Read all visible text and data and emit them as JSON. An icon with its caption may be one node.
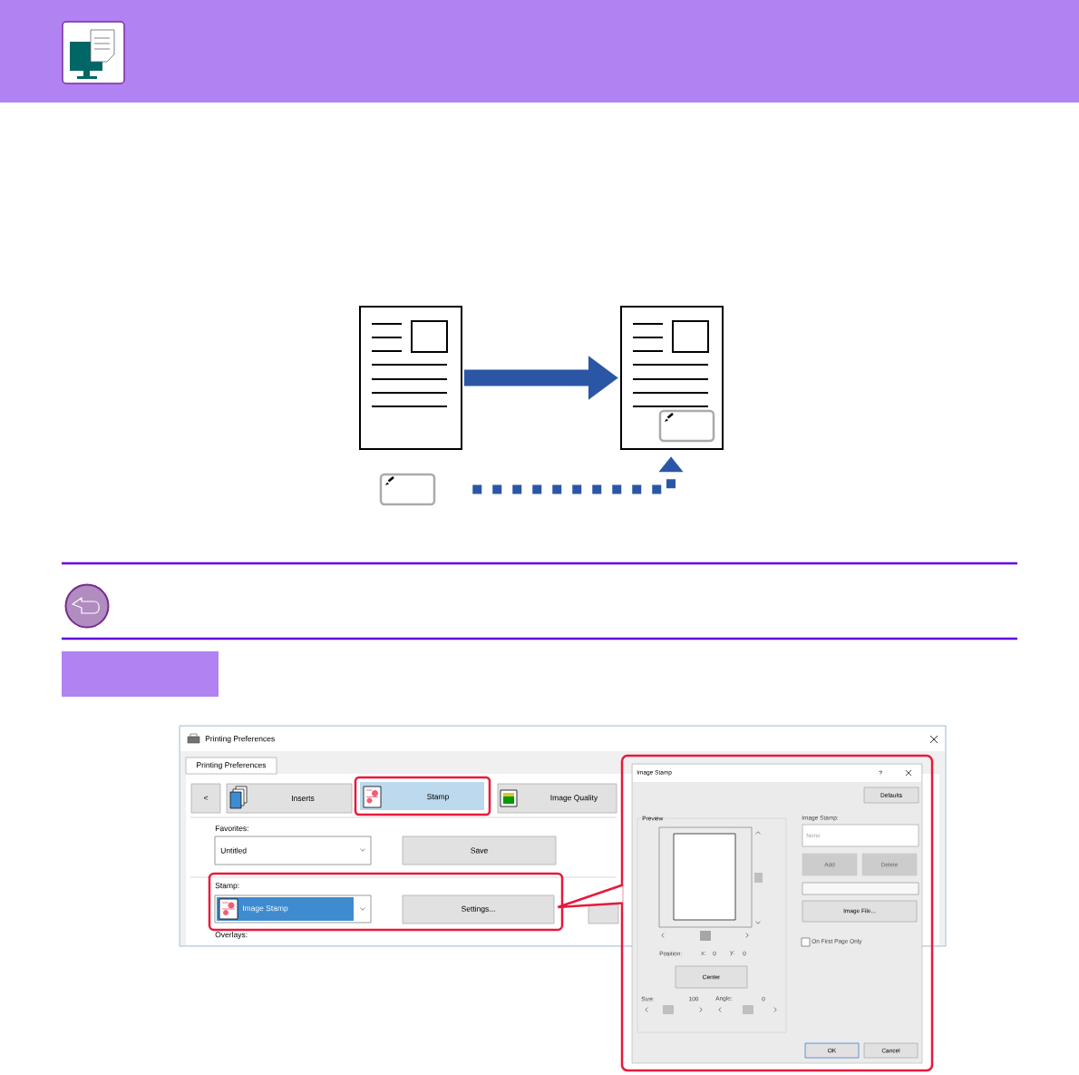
{
  "diagram": {
    "nodes": [
      {
        "text": [],
        "shape": "picture"
      },
      {
        "text": [],
        "shape": "picture"
      },
      {
        "text": [],
        "shape": "box"
      },
      {
        "text": [],
        "shape": "box",
        "in": 1
      },
      {
        "text": [
          "Stamp"
        ]
      },
      {
        "text": [
          "Stamp:",
          "Image Stamp",
          "Settings..."
        ]
      },
      {
        "text": [
          "Image Stamp",
          "?",
          "Defaults",
          "Preview",
          "Image Stamp:",
          "None",
          "Add",
          "Delete",
          "Image File...",
          "On First Page Only",
          "Position:",
          "x:",
          "0",
          "y:",
          "0",
          "Center",
          "Size:",
          "100",
          "Angle:",
          "0",
          "OK",
          "Cancel"
        ]
      },
      {
        "text": [],
        "shape": "bar"
      }
    ],
    "edges": [
      {
        "from": 0,
        "to": 1,
        "arrow": "to",
        "style": "thick"
      },
      {
        "from": 2,
        "to": 3,
        "arrow": "to",
        "style": "dashed"
      },
      {
        "from": 5,
        "to": 6,
        "arrow": "none",
        "color": "#e8193c"
      }
    ],
    "labels": [
      "Printing Preferences",
      "Printing Preferences",
      "<",
      "Inserts",
      "Image Quality",
      "Favorites:",
      "Untitled",
      "Save",
      "Overlays:"
    ]
  }
}
